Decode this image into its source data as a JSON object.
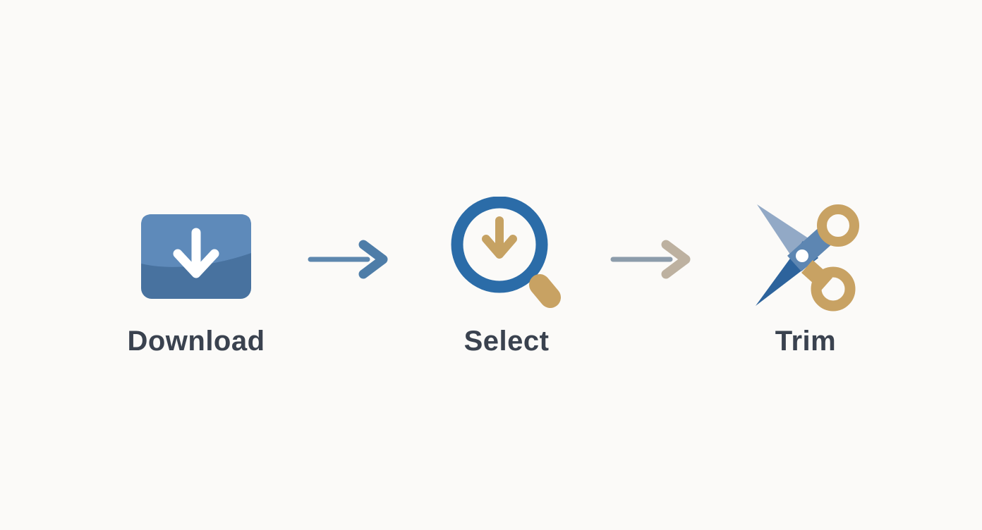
{
  "background_color": "#fbfaf8",
  "diagram": {
    "type": "process-flow",
    "orientation": "horizontal",
    "steps": [
      {
        "label": "Download",
        "icon": "download-button-icon"
      },
      {
        "label": "Select",
        "icon": "magnifier-select-icon"
      },
      {
        "label": "Trim",
        "icon": "scissors-icon"
      }
    ],
    "connectors": [
      {
        "name": "flow-arrow-1",
        "from": "Download",
        "to": "Select"
      },
      {
        "name": "flow-arrow-2",
        "from": "Select",
        "to": "Trim"
      }
    ]
  },
  "colors": {
    "label_text": "#3a424f",
    "download_button_top": "#5e8aba",
    "download_button_bottom": "#48729f",
    "download_arrow": "#ffffff",
    "magnifier_ring": "#2b6ca8",
    "magnifier_handle": "#c8a263",
    "magnifier_arrow": "#c6a263",
    "scissors_blade_light": "#92a9c6",
    "scissors_blade_dark": "#2d639c",
    "scissors_arm_blue": "#5d86b2",
    "scissors_handle_tan": "#c8a263",
    "arrow1_shaft": "#5d87ae",
    "arrow1_head": "#4e7da8",
    "arrow2_shaft": "#8c9cab",
    "arrow2_head": "#bdb1a0"
  }
}
